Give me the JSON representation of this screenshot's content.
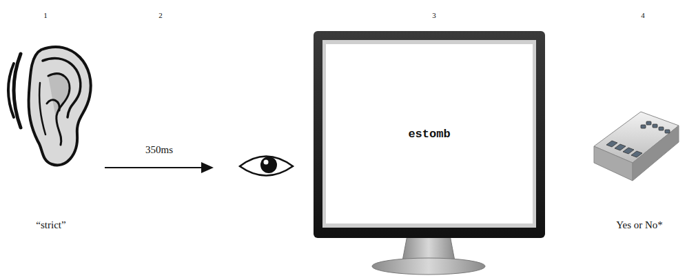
{
  "diagram": {
    "nodes": [
      {
        "text": [
          "estomb"
        ]
      }
    ],
    "labels": [
      "1",
      "2",
      "3",
      "4",
      "“strict”",
      "350ms",
      "Yes or No*"
    ]
  }
}
